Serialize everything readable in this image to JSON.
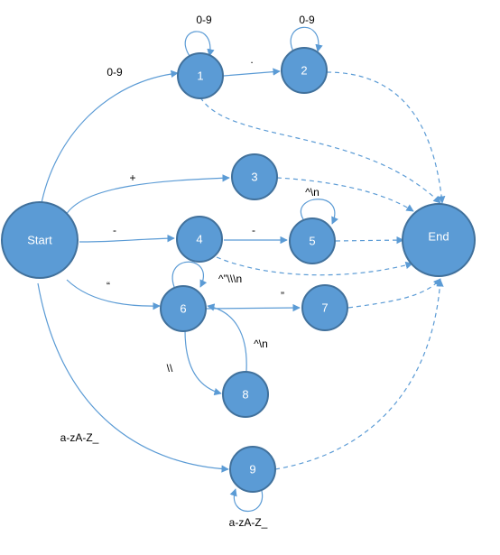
{
  "nodes": [
    {
      "id": "start",
      "label": "Start"
    },
    {
      "id": "n1",
      "label": "1"
    },
    {
      "id": "n2",
      "label": "2"
    },
    {
      "id": "n3",
      "label": "3"
    },
    {
      "id": "n4",
      "label": "4"
    },
    {
      "id": "n5",
      "label": "5"
    },
    {
      "id": "n6",
      "label": "6"
    },
    {
      "id": "n7",
      "label": "7"
    },
    {
      "id": "n8",
      "label": "8"
    },
    {
      "id": "n9",
      "label": "9"
    },
    {
      "id": "end",
      "label": "End"
    }
  ],
  "edges": [
    {
      "id": "start-1",
      "label": "0-9"
    },
    {
      "id": "1-1",
      "label": "0-9"
    },
    {
      "id": "1-2",
      "label": "."
    },
    {
      "id": "2-2",
      "label": "0-9"
    },
    {
      "id": "start-3",
      "label": "+"
    },
    {
      "id": "start-4",
      "label": "-"
    },
    {
      "id": "4-5",
      "label": "-"
    },
    {
      "id": "5-5",
      "label": "^\\n"
    },
    {
      "id": "start-6",
      "label": "“"
    },
    {
      "id": "6-6",
      "label": "^”\\\\\\n"
    },
    {
      "id": "6-7",
      "label": "”"
    },
    {
      "id": "6-8",
      "label": "\\\\"
    },
    {
      "id": "8-6",
      "label": "^\\n"
    },
    {
      "id": "start-9",
      "label": "a-zA-Z_"
    },
    {
      "id": "9-9",
      "label": "a-zA-Z_"
    },
    {
      "id": "1-end",
      "label": ""
    },
    {
      "id": "2-end",
      "label": ""
    },
    {
      "id": "3-end",
      "label": ""
    },
    {
      "id": "4-end",
      "label": ""
    },
    {
      "id": "5-end",
      "label": ""
    },
    {
      "id": "7-end",
      "label": ""
    },
    {
      "id": "9-end",
      "label": ""
    }
  ],
  "colors": {
    "node_fill": "#5b9bd5",
    "node_stroke": "#41719c",
    "edge": "#5b9bd5",
    "text": "#000000",
    "node_text": "#ffffff"
  }
}
